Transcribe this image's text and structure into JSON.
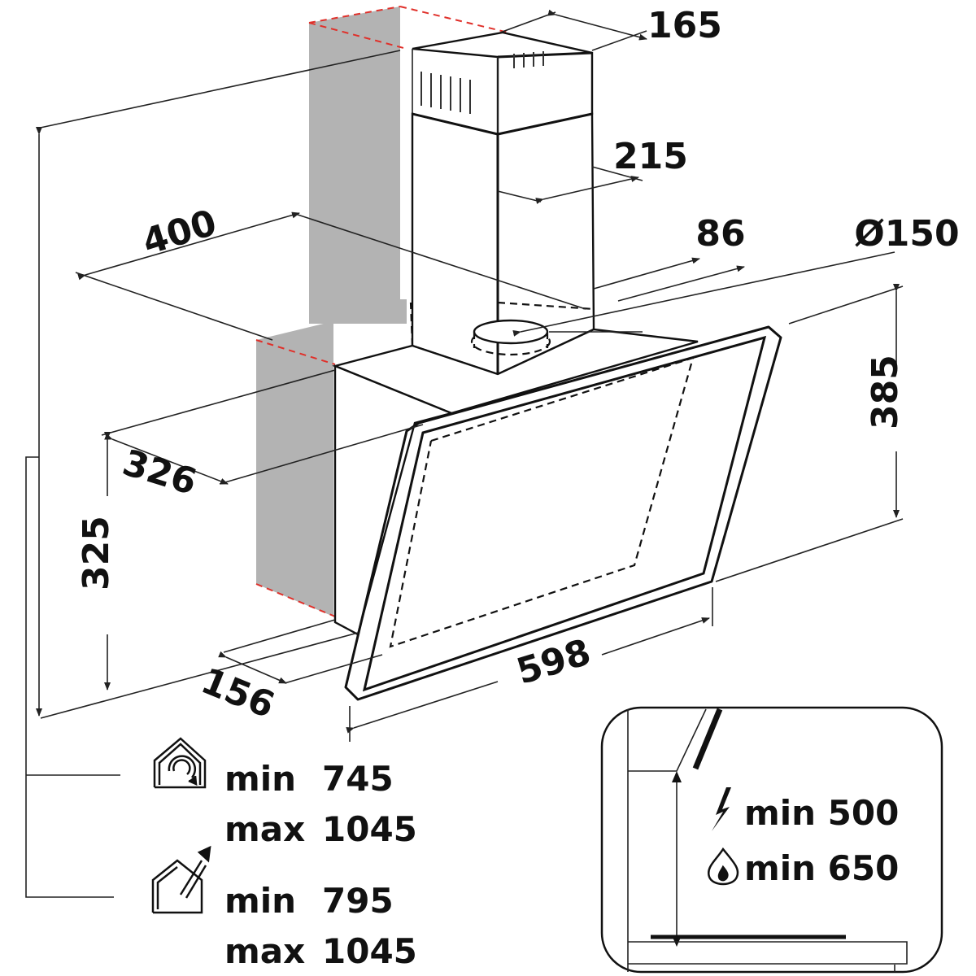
{
  "dimensions": {
    "chimney_depth": "165",
    "chimney_width": "215",
    "chimney_length": "400",
    "outlet_offset": "86",
    "outlet_diameter": "Ø150",
    "glass_height": "385",
    "body_depth": "326",
    "body_height": "325",
    "bottom_depth": "156",
    "hood_width": "598"
  },
  "installation": {
    "recirculation": {
      "icon": "house-recirculation-icon",
      "min_label": "min",
      "min_value": "745",
      "max_label": "max",
      "max_value": "1045"
    },
    "ducted": {
      "icon": "house-exhaust-icon",
      "min_label": "min",
      "min_value": "795",
      "max_label": "max",
      "max_value": "1045"
    }
  },
  "clearance": {
    "electric_icon": "lightning-icon",
    "electric_label": "min 500",
    "gas_icon": "flame-icon",
    "gas_label": "min 650"
  },
  "colors": {
    "wall": "#b3b3b3",
    "wall_edge": "#e0302a",
    "line": "#111111"
  }
}
